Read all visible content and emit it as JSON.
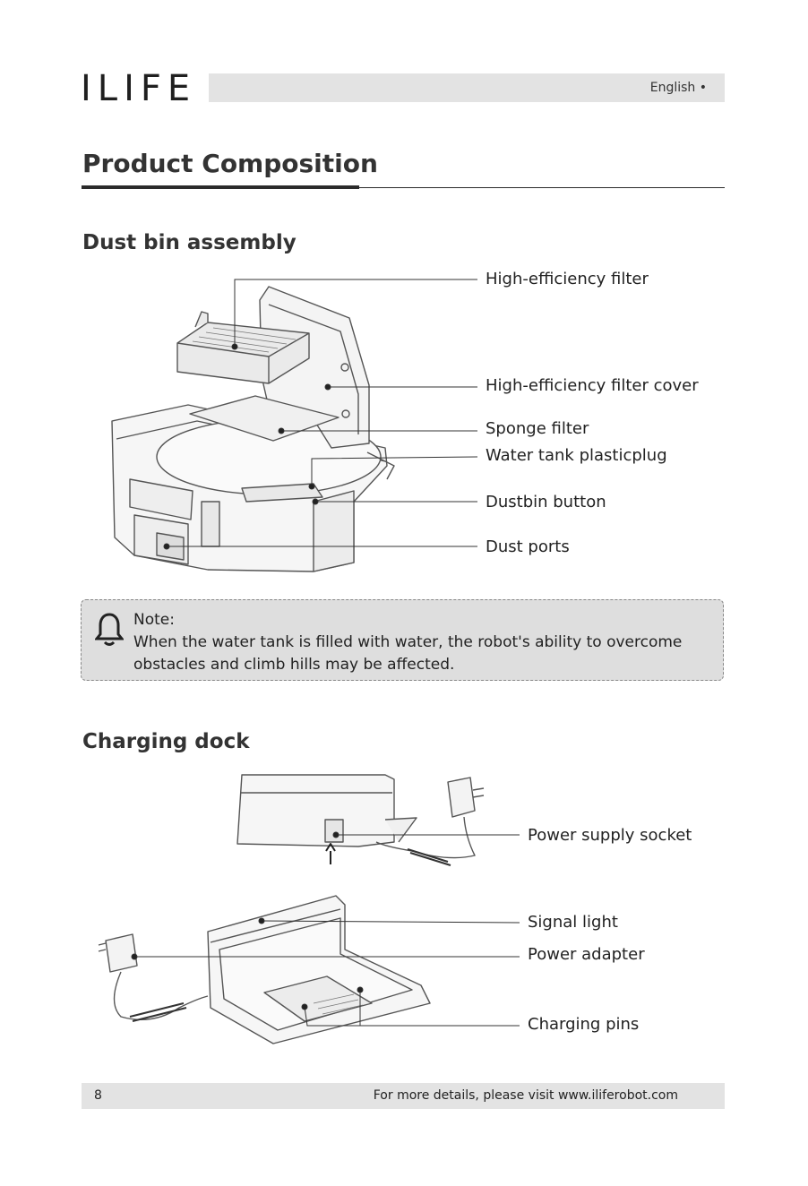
{
  "header": {
    "logo": "ILIFE",
    "language": "English •"
  },
  "page": {
    "title": "Product Composition"
  },
  "dust_bin": {
    "title": "Dust bin assembly",
    "labels": [
      "High-efficiency filter",
      "High-efficiency filter cover",
      "Sponge filter",
      "Water tank plasticplug",
      "Dustbin button",
      "Dust ports"
    ]
  },
  "note": {
    "title": "Note:",
    "text": "When the water tank is filled with water, the robot's ability to overcome obstacles and climb hills may be affected."
  },
  "charging_dock": {
    "title": "Charging dock",
    "labels": [
      "Power supply socket",
      "Signal light",
      "Power adapter",
      "Charging pins"
    ]
  },
  "footer": {
    "page_number": "8",
    "text": "For more details, please visit www.iliferobot.com"
  }
}
